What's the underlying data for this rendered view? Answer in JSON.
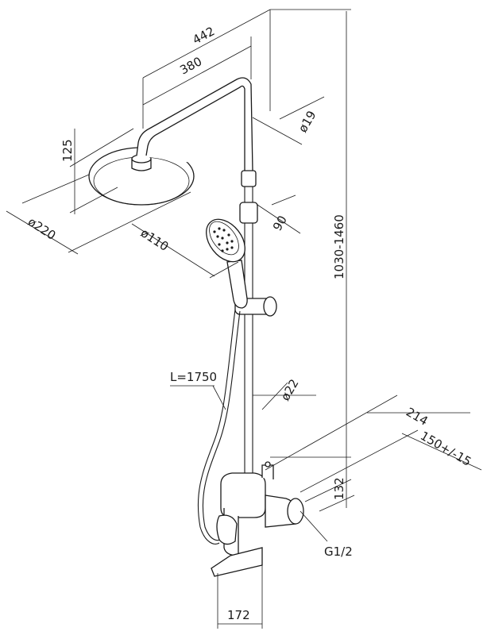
{
  "dimensions": {
    "arm_reach_overall": "442",
    "arm_reach_inner": "380",
    "pipe_diameter_top": "ø19",
    "head_drop": "125",
    "rain_head_diameter": "ø220",
    "hand_shower_diameter": "ø110",
    "slider_offset": "90",
    "total_height": "1030-1460",
    "hose_length": "L=1750",
    "pipe_diameter_bottom": "ø22",
    "wall_depth": "214",
    "inlet_spacing": "150+/-15",
    "mixer_height": "132",
    "thread_size": "G1/2",
    "spout_length": "172"
  }
}
